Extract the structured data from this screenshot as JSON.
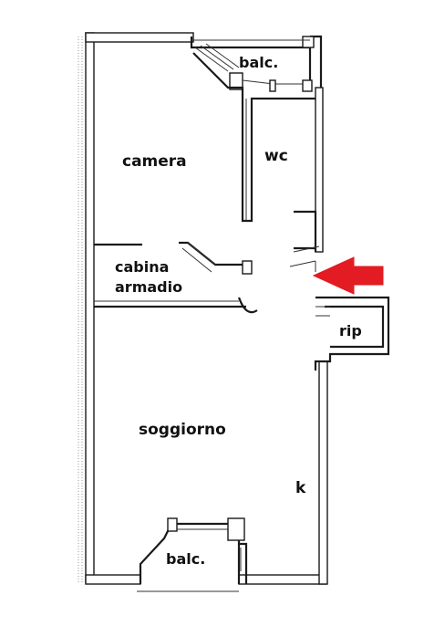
{
  "floorplan": {
    "rooms": {
      "balcony_top": "balc.",
      "wc": "wc",
      "bedroom": "camera",
      "walk_in_closet_line1": "cabina",
      "walk_in_closet_line2": "armadio",
      "storage": "rip",
      "living_room": "soggiorno",
      "kitchen": "k",
      "balcony_bottom": "balc."
    },
    "entrance_arrow_color": "#e31b23"
  }
}
